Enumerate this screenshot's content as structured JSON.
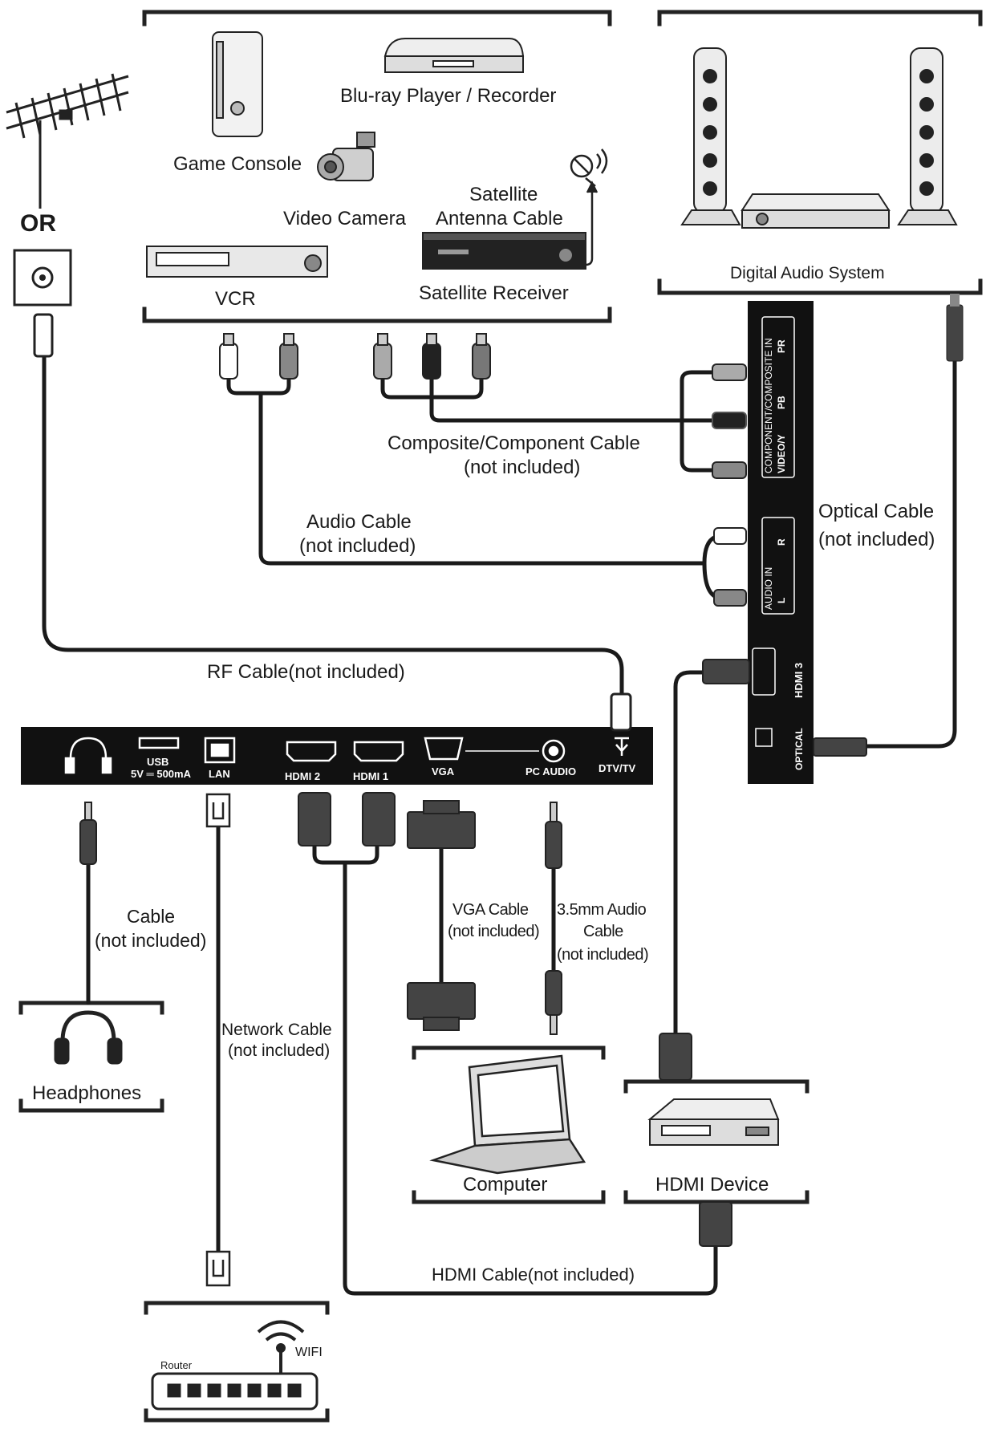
{
  "devices": {
    "or_label": "OR",
    "bluray": "Blu-ray Player / Recorder",
    "game_console": "Game Console",
    "video_camera": "Video Camera",
    "satellite_antenna_line1": "Satellite",
    "satellite_antenna_line2": "Antenna Cable",
    "vcr": "VCR",
    "satellite_receiver": "Satellite Receiver",
    "digital_audio_system": "Digital Audio System",
    "headphones": "Headphones",
    "computer": "Computer",
    "hdmi_device": "HDMI Device",
    "router": "Router",
    "wifi": "WIFI"
  },
  "cables": {
    "composite_line1": "Composite/Component Cable",
    "composite_line2": "(not included)",
    "audio_line1": "Audio Cable",
    "audio_line2": "(not included)",
    "optical_line1": "Optical Cable",
    "optical_line2": "(not included)",
    "rf": "RF Cable(not included)",
    "headphone_line1": "Cable",
    "headphone_line2": "(not included)",
    "network_line1": "Network Cable",
    "network_line2": "(not included)",
    "vga_line1": "VGA Cable",
    "vga_line2": "(not included)",
    "audio35_line1": "3.5mm Audio",
    "audio35_line2": "Cable",
    "audio35_line3": "(not included)",
    "hdmi": "HDMI Cable(not included)"
  },
  "ports": {
    "usb": "USB",
    "usb_spec": "5V ═ 500mA",
    "lan": "LAN",
    "hdmi2": "HDMI 2",
    "hdmi1": "HDMI 1",
    "vga": "VGA",
    "pc_audio": "PC AUDIO",
    "dtv": "DTV/TV",
    "pr": "PR",
    "pb": "PB",
    "video_y": "VIDEO/Y",
    "component_in": "COMPONENT/COMPOSITE IN",
    "audio_r": "R",
    "audio_l": "L",
    "audio_in": "AUDIO IN",
    "hdmi3": "HDMI 3",
    "optical": "OPTICAL"
  }
}
